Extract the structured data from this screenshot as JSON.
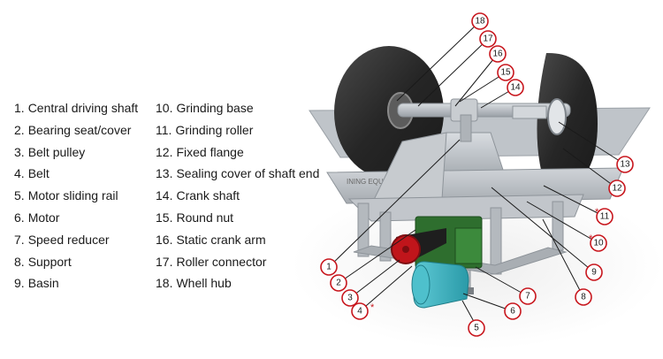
{
  "legend": {
    "column1": [
      {
        "num": "1.",
        "label": "Central driving shaft"
      },
      {
        "num": "2.",
        "label": "Bearing seat/cover"
      },
      {
        "num": "3.",
        "label": "Belt pulley"
      },
      {
        "num": "4.",
        "label": "Belt"
      },
      {
        "num": "5.",
        "label": "Motor sliding rail"
      },
      {
        "num": "6.",
        "label": "Motor"
      },
      {
        "num": "7.",
        "label": "Speed reducer"
      },
      {
        "num": "8.",
        "label": "Support"
      },
      {
        "num": "9.",
        "label": "Basin"
      }
    ],
    "column2": [
      {
        "num": "10.",
        "label": "Grinding base"
      },
      {
        "num": "11.",
        "label": "Grinding roller"
      },
      {
        "num": "12.",
        "label": "Fixed flange"
      },
      {
        "num": "13.",
        "label": "Sealing cover of shaft end"
      },
      {
        "num": "14.",
        "label": "Crank shaft"
      },
      {
        "num": "15.",
        "label": "Round nut"
      },
      {
        "num": "16.",
        "label": "Static crank arm"
      },
      {
        "num": "17.",
        "label": "Roller connector"
      },
      {
        "num": "18.",
        "label": "Whell hub"
      }
    ]
  },
  "callouts": [
    "18",
    "17",
    "16",
    "15",
    "14",
    "13",
    "12",
    "11",
    "10",
    "9",
    "8",
    "7",
    "6",
    "5",
    "4",
    "3",
    "2",
    "1"
  ],
  "star_marks": [
    "*",
    "*",
    "*"
  ],
  "watermark": "INING EQUIPMENT",
  "colors": {
    "callout_ring": "#c8171e",
    "leader_line": "#1a1a1a",
    "machine_gray": "#b9bec4",
    "wheel_dark": "#2b2b2b",
    "gearbox_green": "#2e6e2e",
    "pulley_red": "#c0151b",
    "motor_teal": "#3fb6c3"
  }
}
